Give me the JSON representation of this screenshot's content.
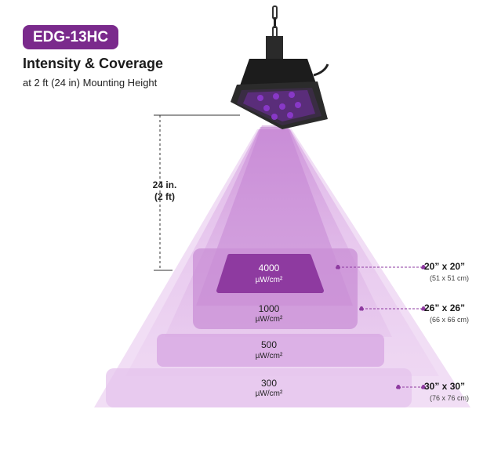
{
  "header": {
    "badge": "EDG-13HC",
    "title": "Intensity & Coverage",
    "subtitle": "at 2 ft (24 in) Mounting Height"
  },
  "height_label": {
    "line1": "24 in.",
    "line2": "(2 ft)"
  },
  "zones": [
    {
      "value": "4000",
      "unit": "µW/cm²"
    },
    {
      "value": "1000",
      "unit": "µW/cm²"
    },
    {
      "value": "500",
      "unit": "µW/cm²"
    },
    {
      "value": "300",
      "unit": "µW/cm²"
    }
  ],
  "coverage": [
    {
      "size": "20” x 20”",
      "metric": "(51 x 51 cm)"
    },
    {
      "size": "26” x 26”",
      "metric": "(66 x 66 cm)"
    },
    {
      "size": "30” x 30”",
      "metric": "(76 x 76 cm)"
    }
  ],
  "colors": {
    "badge": "#7a2a8c",
    "beam": "#c98ad6",
    "core": "#8e3aa0",
    "leader": "#8e3aa0"
  }
}
